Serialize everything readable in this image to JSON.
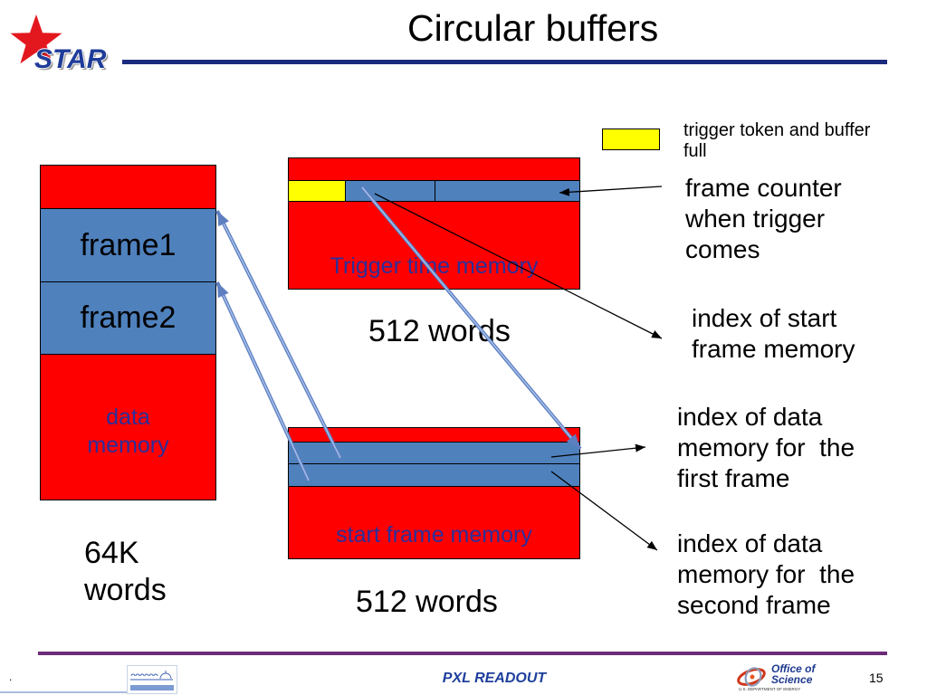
{
  "slide": {
    "title": "Circular buffers",
    "logo_text": "STAR"
  },
  "legend": {
    "lines": [
      "trigger token and buffer",
      "full"
    ]
  },
  "data_memory": {
    "frames": [
      "frame1",
      "frame2"
    ],
    "label_lines": [
      "data",
      "memory"
    ],
    "size_lines": [
      "64K",
      "words"
    ]
  },
  "trigger_time_memory": {
    "label": "Trigger time memory",
    "size": "512 words"
  },
  "start_frame_memory": {
    "label": "start frame memory",
    "size": "512 words"
  },
  "annotations": [
    {
      "lines": [
        "frame counter",
        "when trigger",
        "comes"
      ]
    },
    {
      "lines": [
        "index of start",
        "frame memory"
      ]
    },
    {
      "lines": [
        "index of data",
        "memory for  the",
        "first frame"
      ]
    },
    {
      "lines": [
        "index of data",
        "memory for  the",
        "second frame"
      ]
    }
  ],
  "footer": {
    "left_mark": ".",
    "center_text": "PXL READOUT",
    "page_number": "15",
    "doe_logo_lines": [
      "Office of",
      "Science",
      "U.S. DEPARTMENT OF ENERGY"
    ]
  },
  "icons": {
    "header_logo": "red-star-icon",
    "footer_left_logo": "berkeley-lab-logo",
    "footer_right_logo": "office-of-science-logo"
  },
  "colors": {
    "buffer_red": "#ff0000",
    "cell_blue": "#4f81bd",
    "token_yellow": "#ffff00",
    "label_blue": "#2b2f9a",
    "pointer_blue": "#5d7fc0",
    "header_rule": "#1c2a7e",
    "footer_rule": "#6e2b79",
    "star_red": "#e3181f",
    "logo_blue": "#1f3c99",
    "footer_text_blue": "#1e3f9c"
  }
}
